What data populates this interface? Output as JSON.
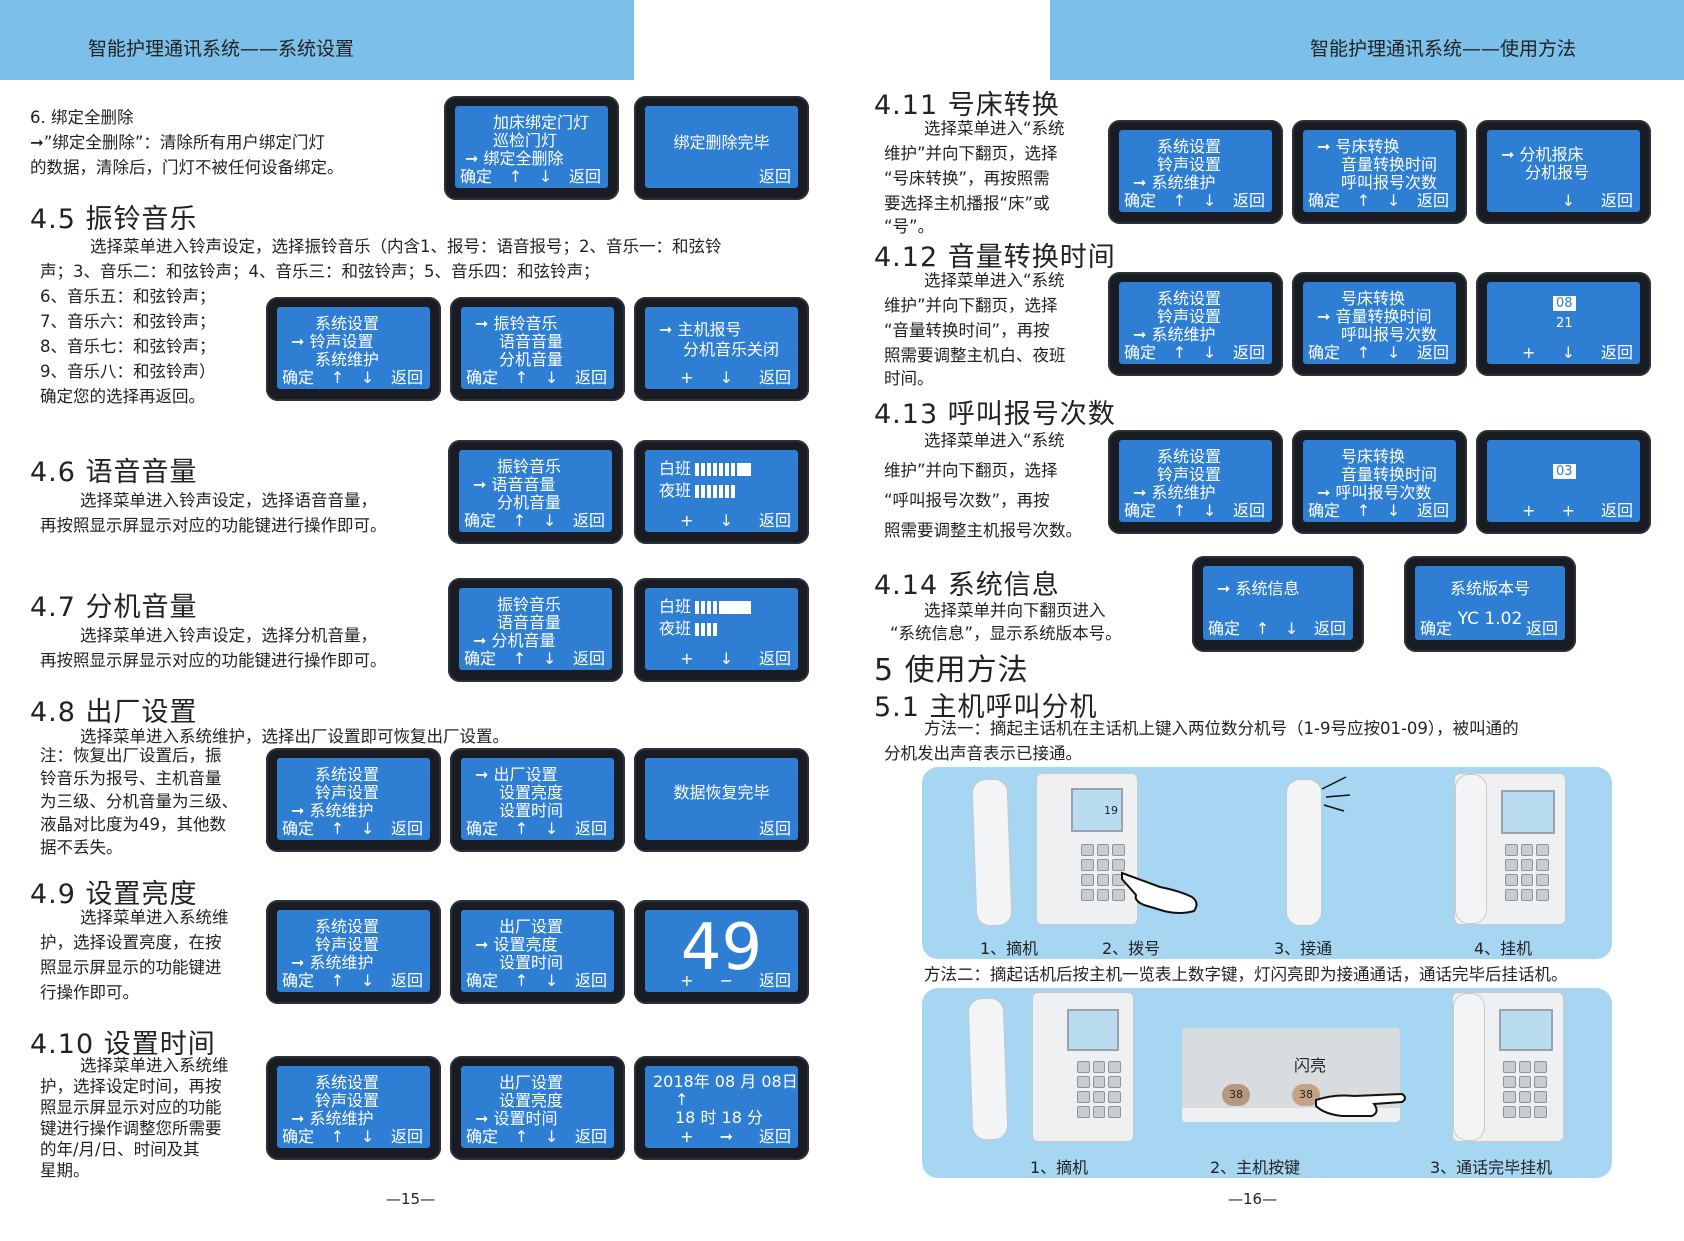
{
  "left_page": {
    "header": "智能护理通讯系统——系统设置",
    "page_number": "—15—",
    "s46_del": {
      "title": "6. 绑定全删除",
      "lines": [
        "➞”绑定全删除”：清除所有用户绑定门灯",
        "的数据，清除后，门灯不被任何设备绑定。"
      ],
      "screen1": [
        "加床绑定门灯",
        "巡检门灯",
        "➞ 绑定全删除"
      ],
      "screen1_nav": [
        "确定",
        "↑",
        "↓",
        "返回"
      ],
      "screen2": "绑定删除完毕",
      "screen2_back": "返回"
    },
    "s45": {
      "title": "4.5  振铃音乐",
      "lines": [
        "选择菜单进入铃声设定，选择振铃音乐（内含1、报号：语音报号；2、音乐一：和弦铃",
        "声；3、音乐二：和弦铃声；4、音乐三：和弦铃声；5、音乐四：和弦铃声；",
        "6、音乐五：和弦铃声；",
        "7、音乐六：和弦铃声；",
        "8、音乐七：和弦铃声；",
        "9、音乐八：和弦铃声）",
        "确定您的选择再返回。"
      ],
      "screen1": [
        "系统设置",
        "➞ 铃声设置",
        "系统维护"
      ],
      "screen1_nav": [
        "确定",
        "↑",
        "↓",
        "返回"
      ],
      "screen2": [
        "➞ 振铃音乐",
        "语音音量",
        "分机音量"
      ],
      "screen2_nav": [
        "确定",
        "↑",
        "↓",
        "返回"
      ],
      "screen3": [
        "➞ 主机报号",
        "分机音乐关闭"
      ],
      "screen3_nav": [
        "+",
        "↓",
        "返回"
      ]
    },
    "s46": {
      "title": "4.6  语音音量",
      "lines": [
        "选择菜单进入铃声设定，选择语音音量，",
        "再按照显示屏显示对应的功能键进行操作即可。"
      ],
      "screen1": [
        "振铃音乐",
        "➞ 语音音量",
        "分机音量"
      ],
      "screen1_nav": [
        "确定",
        "↑",
        "↓",
        "返回"
      ],
      "day": "白班",
      "night": "夜班",
      "screen2_nav": [
        "+",
        "↓",
        "返回"
      ]
    },
    "s47": {
      "title": "4.7  分机音量",
      "lines": [
        "选择菜单进入铃声设定，选择分机音量，",
        "再按照显示屏显示对应的功能键进行操作即可。"
      ],
      "screen1": [
        "振铃音乐",
        "语音音量",
        "➞ 分机音量"
      ],
      "screen1_nav": [
        "确定",
        "↑",
        "↓",
        "返回"
      ],
      "day": "白班",
      "night": "夜班",
      "screen2_nav": [
        "+",
        "↓",
        "返回"
      ]
    },
    "s48": {
      "title": "4.8  出厂设置",
      "lines": [
        "选择菜单进入系统维护，选择出厂设置即可恢复出厂设置。",
        "注：恢复出厂设置后，振",
        "铃音乐为报号、主机音量",
        "为三级、分机音量为三级、",
        "液晶对比度为49，其他数",
        "据不丢失。"
      ],
      "screen1": [
        "系统设置",
        "铃声设置",
        "➞ 系统维护"
      ],
      "screen1_nav": [
        "确定",
        "↑",
        "↓",
        "返回"
      ],
      "screen2": [
        "➞ 出厂设置",
        "设置亮度",
        "设置时间"
      ],
      "screen2_nav": [
        "确定",
        "↑",
        "↓",
        "返回"
      ],
      "screen3": "数据恢复完毕",
      "screen3_back": "返回"
    },
    "s49": {
      "title": "4.9  设置亮度",
      "lines": [
        "选择菜单进入系统维",
        "护，选择设置亮度，在按",
        "照显示屏显示的功能键进",
        "行操作即可。"
      ],
      "screen1": [
        "系统设置",
        "铃声设置",
        "➞ 系统维护"
      ],
      "screen1_nav": [
        "确定",
        "↑",
        "↓",
        "返回"
      ],
      "screen2": [
        "出厂设置",
        "➞ 设置亮度",
        "设置时间"
      ],
      "screen2_nav": [
        "确定",
        "↑",
        "↓",
        "返回"
      ],
      "brightness": "49",
      "screen3_nav": [
        "+",
        "−",
        "返回"
      ]
    },
    "s410": {
      "title": "4.10  设置时间",
      "lines": [
        "选择菜单进入系统维",
        "护，选择设定时间，再按",
        "照显示屏显示对应的功能",
        "键进行操作调整您所需要",
        "的年/月/日、时间及其",
        "星期。"
      ],
      "screen1": [
        "系统设置",
        "铃声设置",
        "➞ 系统维护"
      ],
      "screen1_nav": [
        "确定",
        "↑",
        "↓",
        "返回"
      ],
      "screen2": [
        "出厂设置",
        "设置亮度",
        "➞ 设置时间"
      ],
      "screen2_nav": [
        "确定",
        "↑",
        "↓",
        "返回"
      ],
      "date": "2018年 08 月 08日",
      "arrow": "↑",
      "time": "18 时 18 分",
      "screen3_nav": [
        "+",
        "➞",
        "返回"
      ]
    }
  },
  "right_page": {
    "header": "智能护理通讯系统——使用方法",
    "page_number": "—16—",
    "s411": {
      "title": "4.11  号床转换",
      "lines": [
        "选择菜单进入“系统",
        "维护”并向下翻页，选择",
        "“号床转换”，再按照需",
        "要选择主机播报“床”或",
        "“号”。"
      ],
      "screen1": [
        "系统设置",
        "铃声设置",
        "➞ 系统维护"
      ],
      "screen1_nav": [
        "确定",
        "↑",
        "↓",
        "返回"
      ],
      "screen2": [
        "➞ 号床转换",
        "音量转换时间",
        "呼叫报号次数"
      ],
      "screen2_nav": [
        "确定",
        "↑",
        "↓",
        "返回"
      ],
      "screen3": [
        "➞ 分机报床",
        "分机报号"
      ],
      "screen3_nav": [
        "↓",
        "返回"
      ]
    },
    "s412": {
      "title": "4.12  音量转换时间",
      "lines": [
        "选择菜单进入“系统",
        "维护”并向下翻页，选择",
        "“音量转换时间”，再按",
        "照需要调整主机白、夜班",
        "时间。"
      ],
      "screen1": [
        "系统设置",
        "铃声设置",
        "➞ 系统维护"
      ],
      "screen1_nav": [
        "确定",
        "↑",
        "↓",
        "返回"
      ],
      "screen2": [
        "号床转换",
        "➞ 音量转换时间",
        "呼叫报号次数"
      ],
      "screen2_nav": [
        "确定",
        "↑",
        "↓",
        "返回"
      ],
      "value1": "08",
      "value2": "21",
      "screen3_nav": [
        "+",
        "↓",
        "返回"
      ]
    },
    "s413": {
      "title": "4.13  呼叫报号次数",
      "lines": [
        "选择菜单进入“系统",
        "维护”并向下翻页，选择",
        "“呼叫报号次数”，再按",
        "照需要调整主机报号次数。"
      ],
      "screen1": [
        "系统设置",
        "铃声设置",
        "➞ 系统维护"
      ],
      "screen1_nav": [
        "确定",
        "↑",
        "↓",
        "返回"
      ],
      "screen2": [
        "号床转换",
        "音量转换时间",
        "➞ 呼叫报号次数"
      ],
      "screen2_nav": [
        "确定",
        "↑",
        "↓",
        "返回"
      ],
      "value": "03",
      "screen3_nav": [
        "+",
        "+",
        "返回"
      ]
    },
    "s414": {
      "title": "4.14  系统信息",
      "lines": [
        "选择菜单并向下翻页进入",
        "“系统信息”，显示系统版本号。"
      ],
      "screen1": "➞ 系统信息",
      "screen1_nav": [
        "确定",
        "↑",
        "↓",
        "返回"
      ],
      "screen2_title": "系统版本号",
      "version": "YC 1.02",
      "screen2_nav": [
        "确定",
        "返回"
      ]
    },
    "s5": {
      "title": "5  使用方法",
      "sub_title": "5.1  主机呼叫分机",
      "method1": [
        "方法一：摘起主话机在主话机上键入两位数分机号（1-9号应按01-09），被叫通的",
        "分机发出声音表示已接通。"
      ],
      "photo1_lcd": "19",
      "photo1_captions": [
        "1、摘机",
        "2、拨号",
        "3、接通",
        "4、挂机"
      ],
      "method2": "方法二：摘起话机后按主机一览表上数字键，灯闪亮即为接通通话，通话完毕后挂话机。",
      "flash_label": "闪亮",
      "btn_a": "38",
      "btn_b": "38",
      "photo2_captions": [
        "1、摘机",
        "2、主机按键",
        "3、通话完毕挂机"
      ]
    }
  }
}
